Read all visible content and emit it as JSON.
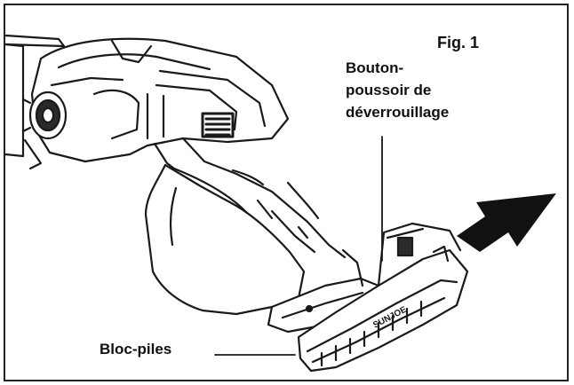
{
  "figure": {
    "label": "Fig. 1",
    "callouts": {
      "unlock_button": {
        "line1": "Bouton-",
        "line2": "poussoir de",
        "line3": "déverrouillage"
      },
      "battery_pack": "Bloc-piles"
    },
    "battery_brand": "SUNJOE"
  },
  "colors": {
    "line": "#1a1a1a",
    "arrow": "#111111",
    "background": "#ffffff"
  }
}
